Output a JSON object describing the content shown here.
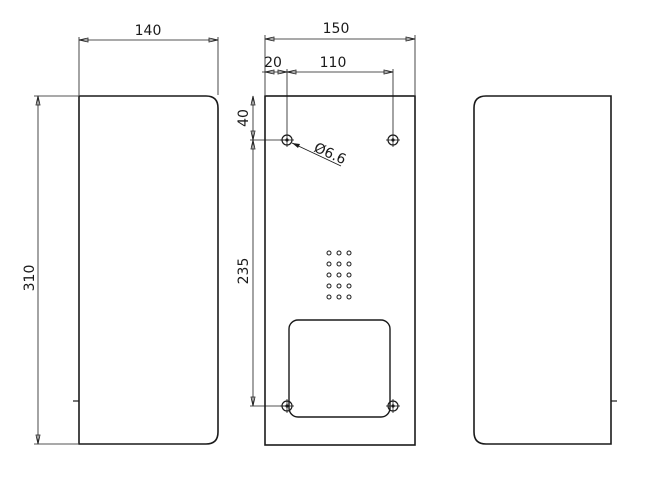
{
  "dimensions": {
    "width_side": "140",
    "width_front": "150",
    "hole_offset_x": "20",
    "hole_spacing_x": "110",
    "height": "310",
    "hole_offset_top": "40",
    "hole_spacing_y": "235",
    "hole_diameter": "Ø6.6"
  },
  "views": [
    "left-side-view",
    "front-view",
    "right-side-view"
  ],
  "colors": {
    "line": "#1a1a1a",
    "background": "#ffffff"
  }
}
